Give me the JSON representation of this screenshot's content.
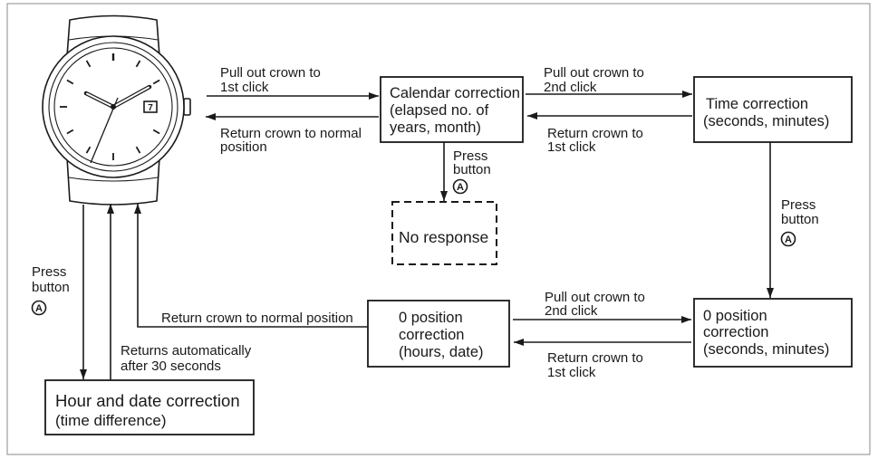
{
  "colors": {
    "ink": "#1a1a1a",
    "frame": "#8a8a8a",
    "background": "#ffffff"
  },
  "watch": {
    "date_window": "7"
  },
  "nodes": {
    "calendar_correction": [
      "Calendar correction",
      "(elapsed no. of",
      "years, month)"
    ],
    "time_correction": [
      "Time correction",
      "(seconds, minutes)"
    ],
    "no_response": [
      "No response"
    ],
    "zero_position_seconds_minutes": [
      "0 position",
      "correction",
      "(seconds, minutes)"
    ],
    "zero_position_hours_date": [
      "0 position",
      "correction",
      "(hours, date)"
    ],
    "hour_and_date_correction": [
      "Hour and date correction",
      "(time difference)"
    ]
  },
  "edges": {
    "watch_to_calendar": [
      "Pull out crown to",
      "1st click"
    ],
    "calendar_to_watch": [
      "Return crown to normal",
      "position"
    ],
    "calendar_to_time": [
      "Pull out crown to",
      "2nd click"
    ],
    "time_to_calendar": [
      "Return crown to",
      "1st click"
    ],
    "calendar_to_no_response": [
      "Press",
      "button"
    ],
    "time_to_zero_seconds": [
      "Press",
      "button"
    ],
    "zero_hours_to_zero_seconds": [
      "Pull out crown to",
      "2nd click"
    ],
    "zero_seconds_to_zero_hours": [
      "Return crown to",
      "1st click"
    ],
    "zero_hours_to_watch": [
      "Return crown to normal position"
    ],
    "watch_to_hour_date": [
      "Press",
      "button"
    ],
    "hour_date_to_watch": [
      "Returns automatically",
      "after 30 seconds"
    ]
  },
  "button_symbol": "A"
}
